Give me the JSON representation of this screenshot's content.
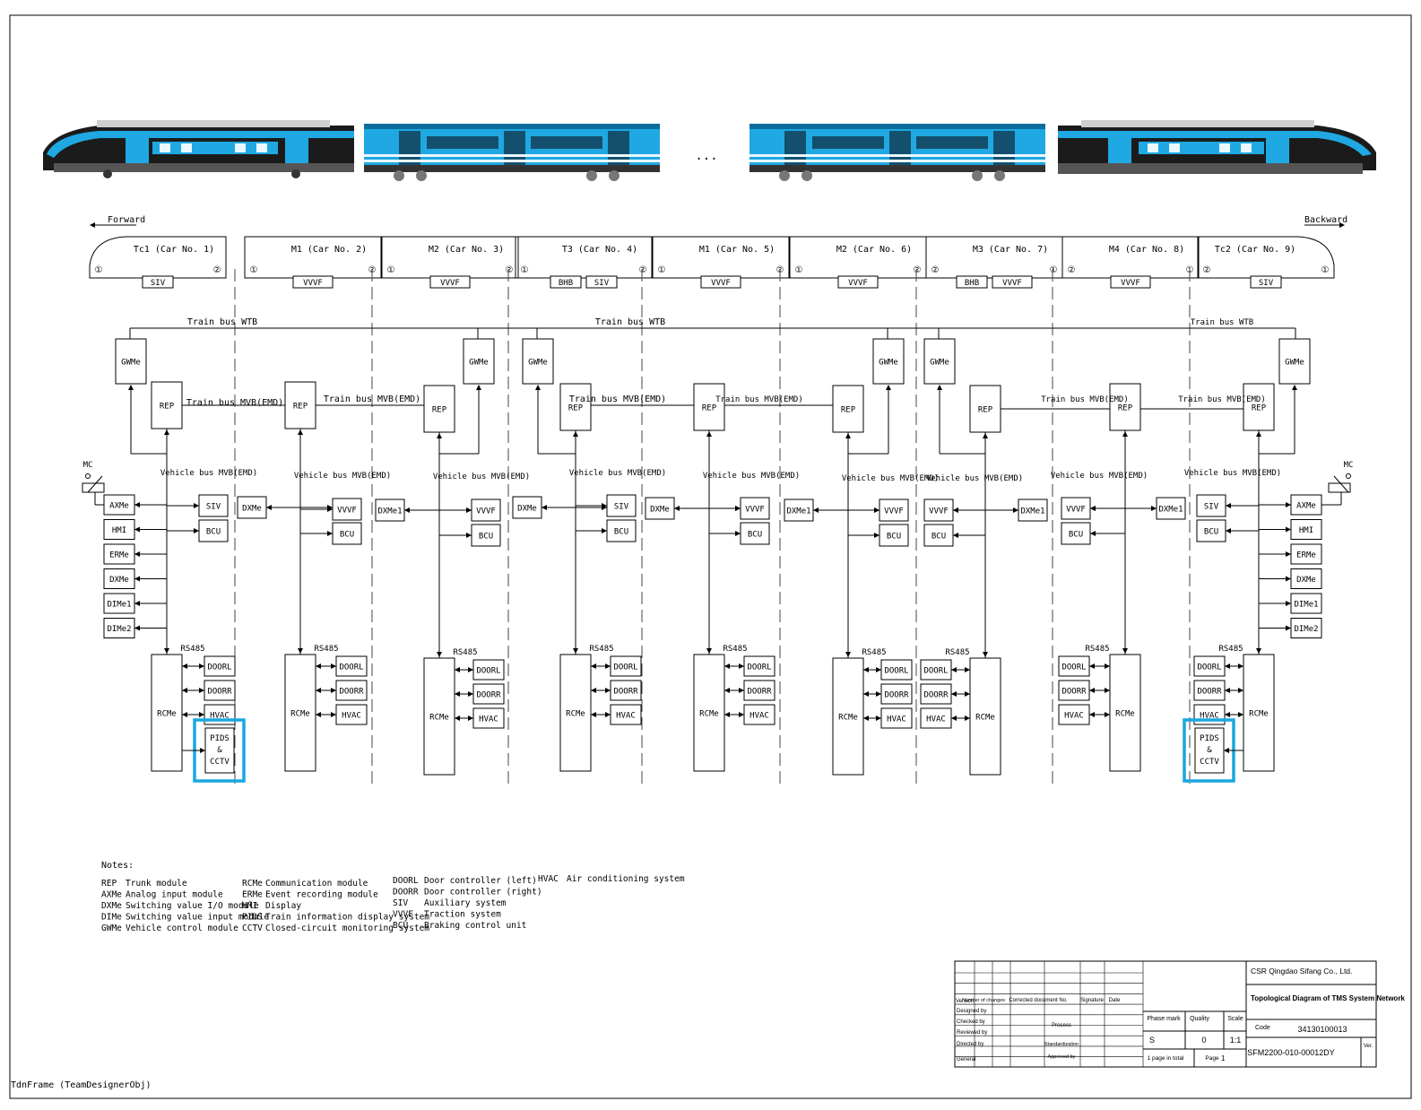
{
  "direction": {
    "forward": "Forward",
    "backward": "Backward"
  },
  "ellipsis": "...",
  "cars": [
    {
      "label": "Tc1 (Car No. 1)",
      "end_l": "①",
      "end_r": "②",
      "equip": [
        "SIV"
      ]
    },
    {
      "label": "M1 (Car No. 2)",
      "end_l": "①",
      "end_r": "②",
      "equip": [
        "VVVF"
      ]
    },
    {
      "label": "M2 (Car No. 3)",
      "end_l": "①",
      "end_r": "②",
      "equip": [
        "VVVF"
      ]
    },
    {
      "label": "T3 (Car No. 4)",
      "end_l": "①",
      "end_r": "②",
      "equip": [
        "BHB",
        "SIV"
      ]
    },
    {
      "label": "M1 (Car No. 5)",
      "end_l": "①",
      "end_r": "②",
      "equip": [
        "VVVF"
      ]
    },
    {
      "label": "M2 (Car No. 6)",
      "end_l": "①",
      "end_r": "②",
      "equip": [
        "VVVF"
      ]
    },
    {
      "label": "M3 (Car No. 7)",
      "end_l": "②",
      "end_r": "①",
      "equip": [
        "BHB",
        "VVVF"
      ]
    },
    {
      "label": "M4 (Car No. 8)",
      "end_l": "②",
      "end_r": "①",
      "equip": [
        "VVVF"
      ]
    },
    {
      "label": "Tc2 (Car No. 9)",
      "end_l": "②",
      "end_r": "①",
      "equip": [
        "SIV"
      ]
    }
  ],
  "buses": {
    "wtb": "Train bus WTB",
    "mvb_train": "Train bus MVB(EMD)",
    "mvb_vehicle": "Vehicle bus MVB(EMD)",
    "rs485": "RS485",
    "mc": "MC"
  },
  "modules": {
    "gwme": "GWMe",
    "rep": "REP",
    "rcme": "RCMe",
    "axme": "AXMe",
    "hmi": "HMI",
    "erme": "ERMe",
    "dxme": "DXMe",
    "dime1": "DIMe1",
    "dime2": "DIMe2",
    "dxme1": "DXMe1",
    "siv": "SIV",
    "bcu": "BCU",
    "vvvf": "VVVF",
    "doorl": "DOORL",
    "doorr": "DOORR",
    "hvac": "HVAC",
    "pids": "PIDS",
    "amp": "&",
    "cctv": "CCTV"
  },
  "notes": {
    "title": "Notes:",
    "col1": [
      {
        "abbr": "REP",
        "desc": "Trunk module"
      },
      {
        "abbr": "AXMe",
        "desc": "Analog input module"
      },
      {
        "abbr": "DXMe",
        "desc": "Switching value I/O module"
      },
      {
        "abbr": "DIMe",
        "desc": "Switching value input module"
      },
      {
        "abbr": "GWMe",
        "desc": "Vehicle control module"
      }
    ],
    "col2": [
      {
        "abbr": "RCMe",
        "desc": "Communication module"
      },
      {
        "abbr": "ERMe",
        "desc": "Event recording module"
      },
      {
        "abbr": "HMI",
        "desc": "Display"
      },
      {
        "abbr": "PIDS",
        "desc": "Train information display system"
      },
      {
        "abbr": "CCTV",
        "desc": "Closed-circuit monitoring system"
      }
    ],
    "col3": [
      {
        "abbr": "DOORL",
        "desc": "Door controller (left)"
      },
      {
        "abbr": "DOORR",
        "desc": "Door controller (right)"
      },
      {
        "abbr": "SIV",
        "desc": "Auxiliary system"
      },
      {
        "abbr": "VVVF",
        "desc": "Traction system"
      },
      {
        "abbr": "BCU",
        "desc": "Braking control unit"
      }
    ],
    "col4": [
      {
        "abbr": "HVAC",
        "desc": "Air conditioning system"
      }
    ]
  },
  "title_block": {
    "company": "CSR Qingdao Sifang Co., Ltd.",
    "title": "Topological Diagram of TMS System Network",
    "code_label": "Code",
    "code": "34130100013",
    "version": "Version",
    "num_changes": "Number of changes",
    "corrected_doc": "Corrected document No.",
    "signature": "Signature",
    "date": "Date",
    "designed_by": "Designed by",
    "checked_by": "Checked by",
    "reviewed_by": "Reviewed by",
    "directed_by": "Directed by",
    "general": "General",
    "process": "Process",
    "standardization": "Standardization",
    "approved_by": "Approved by",
    "phase_mark": "Phase mark",
    "quality": "Quality",
    "scale": "Scale",
    "phase_val": "S",
    "quality_val": "0",
    "scale_val": "1:1",
    "pages_total": "1 page in total",
    "page_label": "Page",
    "page_val": "1",
    "drawing_no": "SFM2200-010-00012DY",
    "ver_label": "Ver."
  },
  "frame_label": "TdnFrame (TeamDesignerObj)",
  "colors": {
    "highlight": "#1aa7e0",
    "train_blue": "#1fa8e2",
    "train_dark": "#1b1b1b"
  }
}
